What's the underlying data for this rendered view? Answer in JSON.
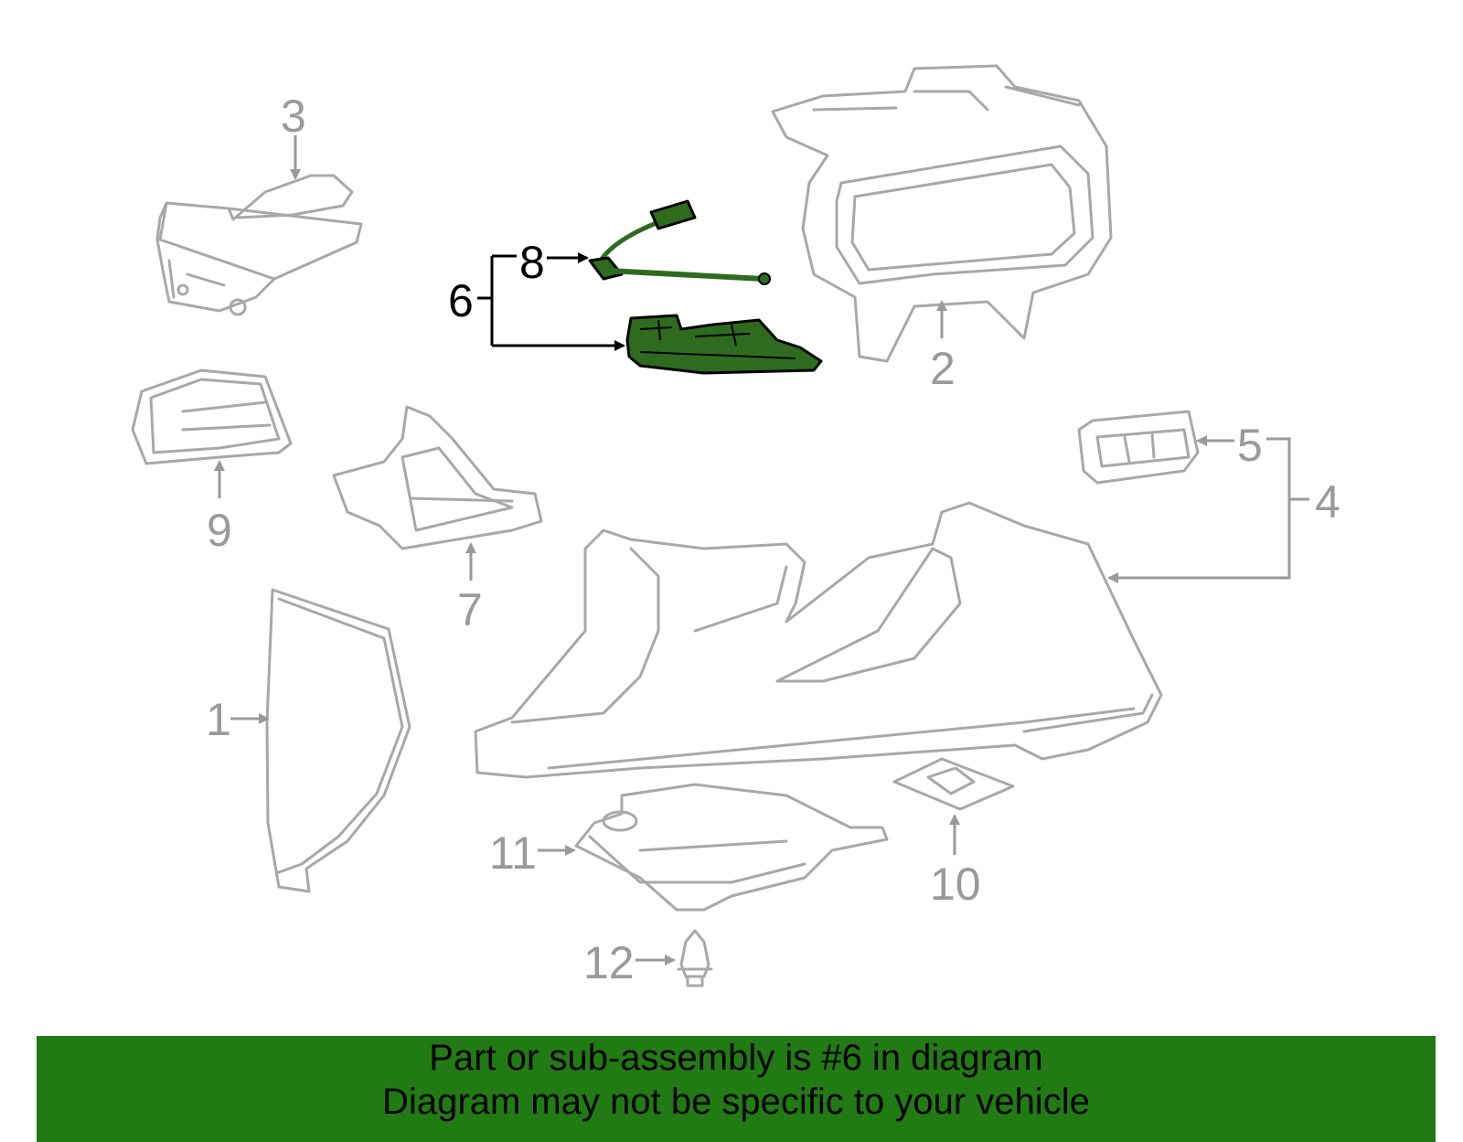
{
  "callouts": [
    {
      "id": "1",
      "label": "1",
      "highlighted": false
    },
    {
      "id": "2",
      "label": "2",
      "highlighted": false
    },
    {
      "id": "3",
      "label": "3",
      "highlighted": false
    },
    {
      "id": "4",
      "label": "4",
      "highlighted": false
    },
    {
      "id": "5",
      "label": "5",
      "highlighted": false
    },
    {
      "id": "6",
      "label": "6",
      "highlighted": true
    },
    {
      "id": "7",
      "label": "7",
      "highlighted": false
    },
    {
      "id": "8",
      "label": "8",
      "highlighted": true
    },
    {
      "id": "9",
      "label": "9",
      "highlighted": false
    },
    {
      "id": "10",
      "label": "10",
      "highlighted": false
    },
    {
      "id": "11",
      "label": "11",
      "highlighted": false
    },
    {
      "id": "12",
      "label": "12",
      "highlighted": false
    }
  ],
  "banner": {
    "line1": "Part or sub-assembly is #6 in diagram",
    "line2": "Diagram may not be specific to your vehicle"
  },
  "colors": {
    "highlight_part": "#2e6b1f",
    "banner_bg": "#217a13",
    "part_outline": "#a8a8a8",
    "callout_gray": "#9a9a9a",
    "callout_black": "#000000"
  }
}
